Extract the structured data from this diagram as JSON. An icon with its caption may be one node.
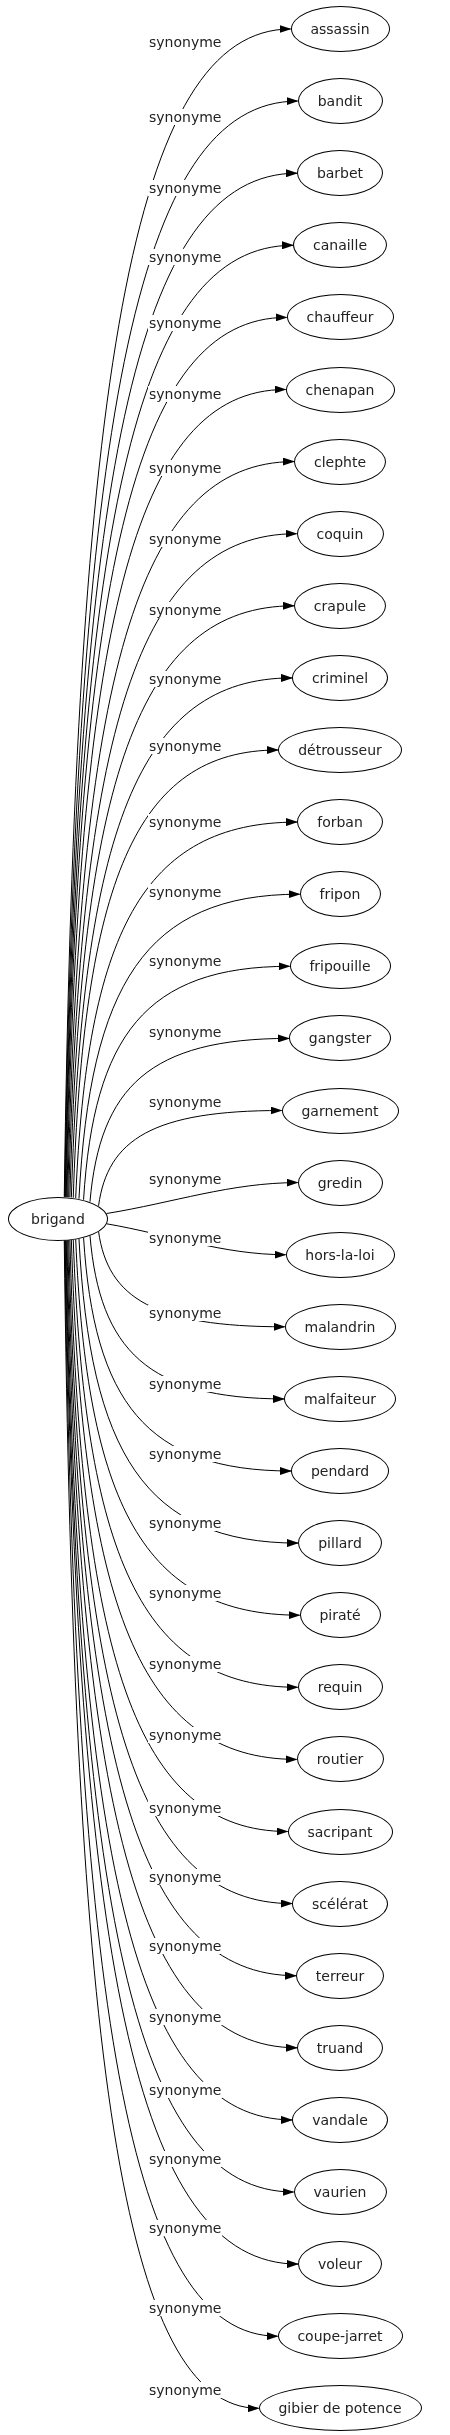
{
  "diagram": {
    "nodes": [
      {
        "text": [
          "brigand"
        ]
      },
      {
        "text": [
          "assassin"
        ]
      },
      {
        "text": [
          "bandit"
        ]
      },
      {
        "text": [
          "barbet"
        ]
      },
      {
        "text": [
          "canaille"
        ]
      },
      {
        "text": [
          "chauffeur"
        ]
      },
      {
        "text": [
          "chenapan"
        ]
      },
      {
        "text": [
          "clephte"
        ]
      },
      {
        "text": [
          "coquin"
        ]
      },
      {
        "text": [
          "crapule"
        ]
      },
      {
        "text": [
          "criminel"
        ]
      },
      {
        "text": [
          "détrousseur"
        ]
      },
      {
        "text": [
          "forban"
        ]
      },
      {
        "text": [
          "fripon"
        ]
      },
      {
        "text": [
          "fripouille"
        ]
      },
      {
        "text": [
          "gangster"
        ]
      },
      {
        "text": [
          "garnement"
        ]
      },
      {
        "text": [
          "gredin"
        ]
      },
      {
        "text": [
          "hors-la-loi"
        ]
      },
      {
        "text": [
          "malandrin"
        ]
      },
      {
        "text": [
          "malfaiteur"
        ]
      },
      {
        "text": [
          "pendard"
        ]
      },
      {
        "text": [
          "pillard"
        ]
      },
      {
        "text": [
          "piraté"
        ]
      },
      {
        "text": [
          "requin"
        ]
      },
      {
        "text": [
          "routier"
        ]
      },
      {
        "text": [
          "sacripant"
        ]
      },
      {
        "text": [
          "scélérat"
        ]
      },
      {
        "text": [
          "terreur"
        ]
      },
      {
        "text": [
          "truand"
        ]
      },
      {
        "text": [
          "vandale"
        ]
      },
      {
        "text": [
          "vaurien"
        ]
      },
      {
        "text": [
          "voleur"
        ]
      },
      {
        "text": [
          "coupe-jarret"
        ]
      },
      {
        "text": [
          "gibier de potence"
        ]
      }
    ],
    "edges": [
      {
        "from": 0,
        "to": 1,
        "arrow": "to",
        "label": "synonyme"
      },
      {
        "from": 0,
        "to": 2,
        "arrow": "to",
        "label": "synonyme"
      },
      {
        "from": 0,
        "to": 3,
        "arrow": "to",
        "label": "synonyme"
      },
      {
        "from": 0,
        "to": 4,
        "arrow": "to",
        "label": "synonyme"
      },
      {
        "from": 0,
        "to": 5,
        "arrow": "to",
        "label": "synonyme"
      },
      {
        "from": 0,
        "to": 6,
        "arrow": "to",
        "label": "synonyme"
      },
      {
        "from": 0,
        "to": 7,
        "arrow": "to",
        "label": "synonyme"
      },
      {
        "from": 0,
        "to": 8,
        "arrow": "to",
        "label": "synonyme"
      },
      {
        "from": 0,
        "to": 9,
        "arrow": "to",
        "label": "synonyme"
      },
      {
        "from": 0,
        "to": 10,
        "arrow": "to",
        "label": "synonyme"
      },
      {
        "from": 0,
        "to": 11,
        "arrow": "to",
        "label": "synonyme"
      },
      {
        "from": 0,
        "to": 12,
        "arrow": "to",
        "label": "synonyme"
      },
      {
        "from": 0,
        "to": 13,
        "arrow": "to",
        "label": "synonyme"
      },
      {
        "from": 0,
        "to": 14,
        "arrow": "to",
        "label": "synonyme"
      },
      {
        "from": 0,
        "to": 15,
        "arrow": "to",
        "label": "synonyme"
      },
      {
        "from": 0,
        "to": 16,
        "arrow": "to",
        "label": "synonyme"
      },
      {
        "from": 0,
        "to": 17,
        "arrow": "to",
        "label": "synonyme"
      },
      {
        "from": 0,
        "to": 18,
        "arrow": "to",
        "label": "synonyme"
      },
      {
        "from": 0,
        "to": 19,
        "arrow": "to",
        "label": "synonyme"
      },
      {
        "from": 0,
        "to": 20,
        "arrow": "to",
        "label": "synonyme"
      },
      {
        "from": 0,
        "to": 21,
        "arrow": "to",
        "label": "synonyme"
      },
      {
        "from": 0,
        "to": 22,
        "arrow": "to",
        "label": "synonyme"
      },
      {
        "from": 0,
        "to": 23,
        "arrow": "to",
        "label": "synonyme"
      },
      {
        "from": 0,
        "to": 24,
        "arrow": "to",
        "label": "synonyme"
      },
      {
        "from": 0,
        "to": 25,
        "arrow": "to",
        "label": "synonyme"
      },
      {
        "from": 0,
        "to": 26,
        "arrow": "to",
        "label": "synonyme"
      },
      {
        "from": 0,
        "to": 27,
        "arrow": "to",
        "label": "synonyme"
      },
      {
        "from": 0,
        "to": 28,
        "arrow": "to",
        "label": "synonyme"
      },
      {
        "from": 0,
        "to": 29,
        "arrow": "to",
        "label": "synonyme"
      },
      {
        "from": 0,
        "to": 30,
        "arrow": "to",
        "label": "synonyme"
      },
      {
        "from": 0,
        "to": 31,
        "arrow": "to",
        "label": "synonyme"
      },
      {
        "from": 0,
        "to": 32,
        "arrow": "to",
        "label": "synonyme"
      },
      {
        "from": 0,
        "to": 33,
        "arrow": "to",
        "label": "synonyme"
      },
      {
        "from": 0,
        "to": 34,
        "arrow": "to",
        "label": "synonyme"
      }
    ]
  }
}
